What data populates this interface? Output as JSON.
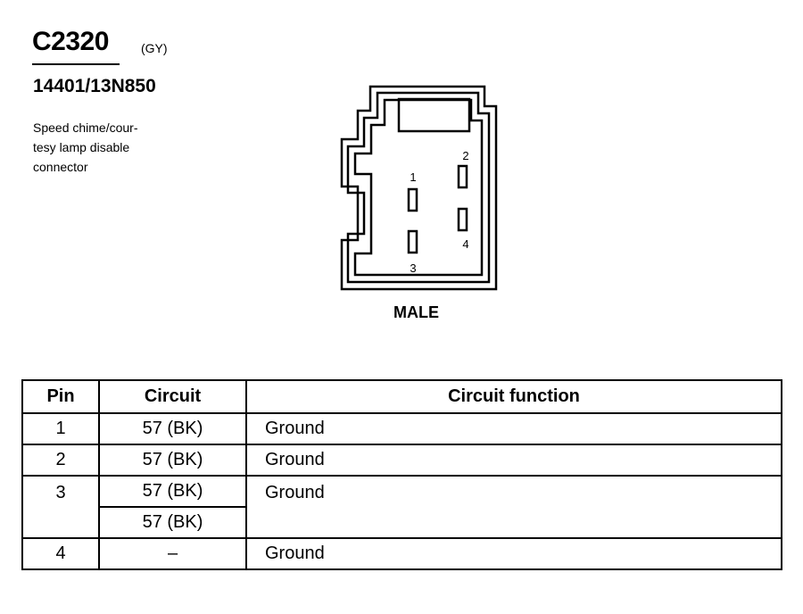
{
  "header": {
    "connector_id": "C2320",
    "color_code": "(GY)",
    "part_number": "14401/13N850",
    "description_lines": [
      "Speed chime/cour-",
      "tesy lamp disable",
      "connector"
    ]
  },
  "diagram": {
    "pin_labels": [
      "1",
      "2",
      "3",
      "4"
    ],
    "gender": "MALE"
  },
  "table": {
    "headers": {
      "pin": "Pin",
      "circuit": "Circuit",
      "function": "Circuit function"
    },
    "rows": [
      {
        "pin": "1",
        "circuit": "57 (BK)",
        "function": "Ground"
      },
      {
        "pin": "2",
        "circuit": "57 (BK)",
        "function": "Ground"
      },
      {
        "pin": "3",
        "circuit": "57 (BK)",
        "function": "Ground"
      },
      {
        "circuit": "57 (BK)"
      },
      {
        "pin": "4",
        "circuit": "–",
        "function": "Ground"
      }
    ]
  }
}
